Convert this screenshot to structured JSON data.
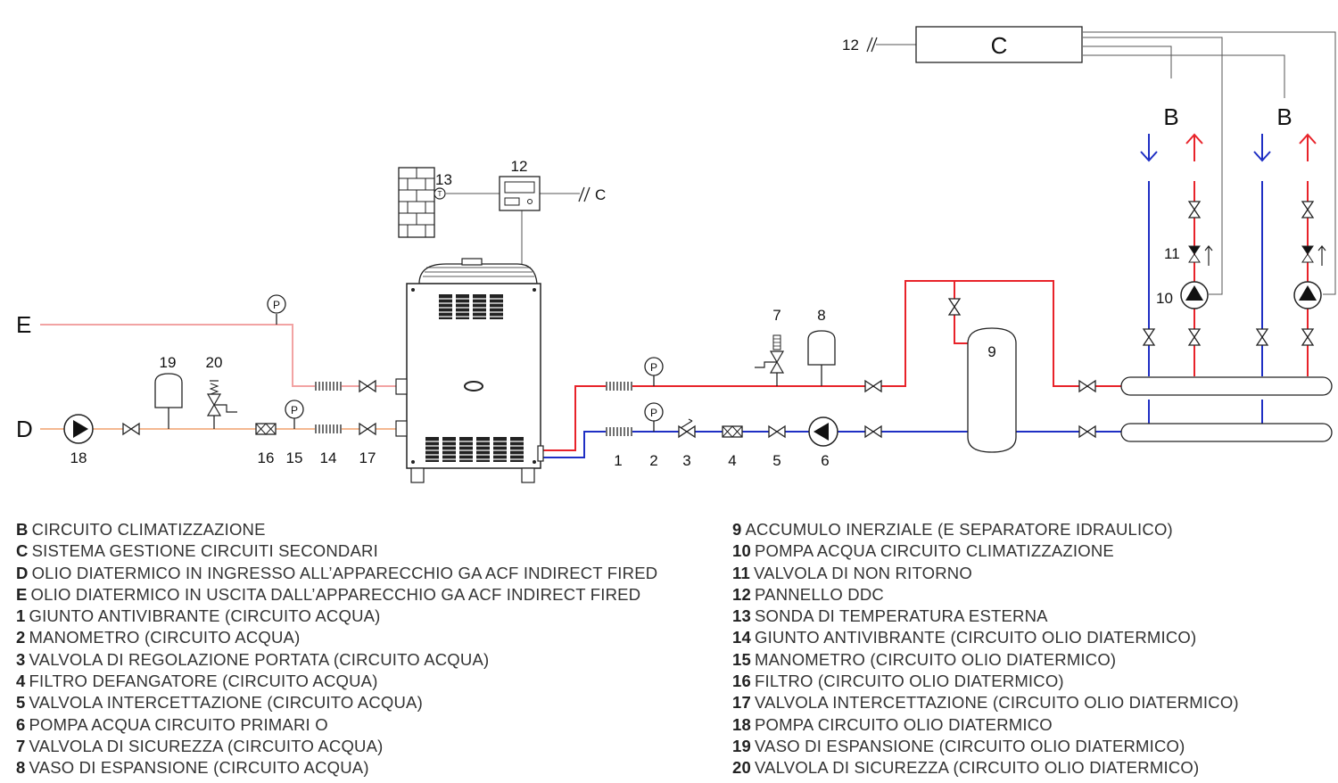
{
  "diagram": {
    "labels": {
      "E": "E",
      "D": "D",
      "B1": "B",
      "B2": "B",
      "C_box": "C",
      "C_ref": "C",
      "n1": "1",
      "n2": "2",
      "n3": "3",
      "n4": "4",
      "n5": "5",
      "n6": "6",
      "n7": "7",
      "n8": "8",
      "n9": "9",
      "n10": "10",
      "n11": "11",
      "n12_top": "12",
      "n12_panel": "12",
      "n13": "13",
      "n14": "14",
      "n15": "15",
      "n16": "16",
      "n17": "17",
      "n18": "18",
      "n19": "19",
      "n20": "20",
      "P": "P",
      "T": "T"
    },
    "colors": {
      "hot": "#e8232a",
      "cold": "#1f2fc4",
      "oil": "#f2b48c",
      "oil_out": "#f0a0a0",
      "line": "#222222"
    }
  },
  "legend": {
    "left": [
      {
        "key": "B",
        "text": "CIRCUITO CLIMATIZZAZIONE"
      },
      {
        "key": "C",
        "text": "SISTEMA GESTIONE CIRCUITI SECONDARI"
      },
      {
        "key": "D",
        "text": "OLIO DIATERMICO IN INGRESSO ALL’APPARECCHIO GA ACF INDIRECT FIRED"
      },
      {
        "key": "E",
        "text": "OLIO DIATERMICO IN USCITA DALL’APPARECCHIO GA ACF INDIRECT FIRED"
      },
      {
        "key": "1",
        "text": "GIUNTO ANTIVIBRANTE (CIRCUITO ACQUA)"
      },
      {
        "key": "2",
        "text": "MANOMETRO (CIRCUITO ACQUA)"
      },
      {
        "key": "3",
        "text": "VALVOLA DI REGOLAZIONE PORTATA (CIRCUITO ACQUA)"
      },
      {
        "key": "4",
        "text": "FILTRO DEFANGATORE (CIRCUITO ACQUA)"
      },
      {
        "key": "5",
        "text": "VALVOLA INTERCETTAZIONE (CIRCUITO ACQUA)"
      },
      {
        "key": "6",
        "text": "POMPA ACQUA CIRCUITO PRIMARI O"
      },
      {
        "key": "7",
        "text": "VALVOLA DI SICUREZZA (CIRCUITO ACQUA)"
      },
      {
        "key": "8",
        "text": "VASO DI ESPANSIONE (CIRCUITO ACQUA)"
      }
    ],
    "right": [
      {
        "key": "9",
        "text": "ACCUMULO INERZIALE (E SEPARATORE IDRAULICO)"
      },
      {
        "key": "10",
        "text": "POMPA ACQUA CIRCUITO CLIMATIZZAZIONE"
      },
      {
        "key": "11",
        "text": "VALVOLA DI NON RITORNO"
      },
      {
        "key": "12",
        "text": "PANNELLO DDC"
      },
      {
        "key": "13",
        "text": "SONDA DI TEMPERATURA ESTERNA"
      },
      {
        "key": "14",
        "text": "GIUNTO ANTIVIBRANTE (CIRCUITO OLIO DIATERMICO)"
      },
      {
        "key": "15",
        "text": "MANOMETRO (CIRCUITO OLIO DIATERMICO)"
      },
      {
        "key": "16",
        "text": "FILTRO (CIRCUITO OLIO DIATERMICO)"
      },
      {
        "key": "17",
        "text": "VALVOLA INTERCETTAZIONE (CIRCUITO OLIO DIATERMICO)"
      },
      {
        "key": "18",
        "text": "POMPA CIRCUITO OLIO DIATERMICO"
      },
      {
        "key": "19",
        "text": "VASO DI ESPANSIONE (CIRCUITO OLIO DIATERMICO)"
      },
      {
        "key": "20",
        "text": "VALVOLA DI SICUREZZA (CIRCUITO OLIO DIATERMICO)"
      }
    ]
  }
}
